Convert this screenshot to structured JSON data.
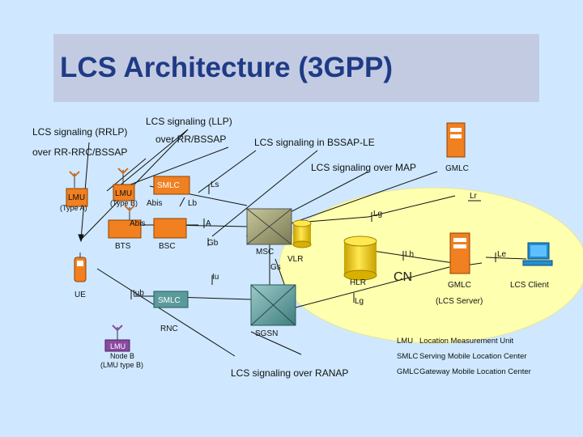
{
  "title": "LCS Architecture (3GPP)",
  "signaling": {
    "llp": "LCS signaling (LLP)",
    "over_rr_bssap": "over RR/BSSAP",
    "rrlp": "LCS signaling (RRLP)",
    "over_rr_rrc": "over RR-RRC/BSSAP",
    "bssap_le": "LCS signaling in BSSAP-LE",
    "over_map": "LCS signaling over MAP",
    "over_ranap": "LCS signaling over RANAP"
  },
  "nodes": {
    "gmlc_top": "GMLC",
    "smlc_top": "SMLC",
    "lmu_a_1": "LMU",
    "lmu_a_2": "(Type A)",
    "lmu_b_1": "LMU",
    "lmu_b_2": "(Type B)",
    "abis_top": "Abis",
    "abis": "Abis",
    "bts": "BTS",
    "bsc": "BSC",
    "msc": "MSC",
    "vlr": "VLR",
    "hlr": "HLR",
    "cn": "CN",
    "gmlc": "GMLC",
    "lcs_client": "LCS Client",
    "lcs_server": "(LCS Server)",
    "ue": "UE",
    "smlc_bottom": "SMLC",
    "rnc": "RNC",
    "sgsn": "SGSN",
    "lmu_nodeb": "LMU",
    "nodeb": "Node B",
    "lmu_typeb": "(LMU type B)"
  },
  "interfaces": {
    "ls": "Ls",
    "lb": "Lb",
    "lr": "Lr",
    "lg_top": "Lg",
    "a": "A",
    "gb": "Gb",
    "gs": "Gs",
    "lh": "Lh",
    "le": "Le",
    "iu": "Iu",
    "iub": "Iub",
    "lg_bottom": "Lg"
  },
  "legend": [
    {
      "abbr": "LMU",
      "text": "Location Measurement Unit"
    },
    {
      "abbr": "SMLC",
      "text": "Serving Mobile Location Center"
    },
    {
      "abbr": "GMLC",
      "text": "Gateway Mobile Location Center"
    }
  ],
  "colors": {
    "background": "#cfe8ff",
    "title_bar": "#c3cbe2",
    "title_text": "#1f3b86",
    "core_network": "#ffffb0",
    "node_orange": "#f08020",
    "switch_olive": "#9a9a70",
    "switch_teal": "#5a9a9a",
    "hlr_yellow": "#ffd300"
  }
}
